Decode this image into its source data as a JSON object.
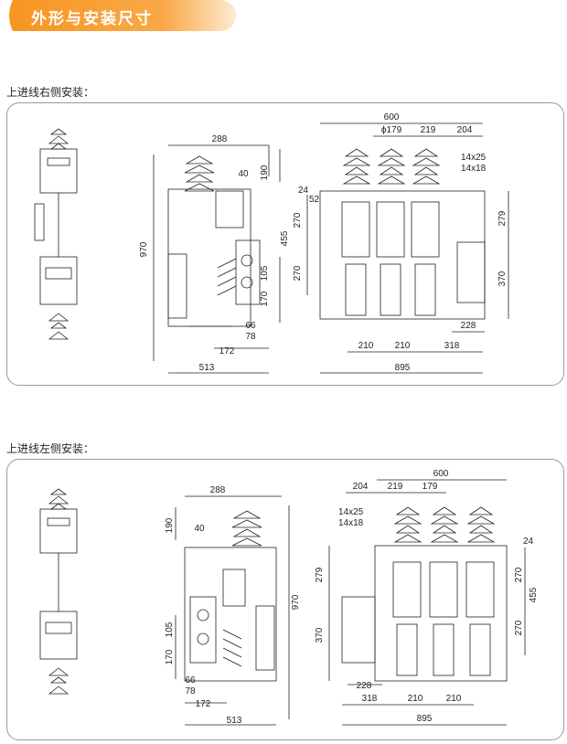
{
  "header": {
    "title": "外形与安装尺寸"
  },
  "sections": [
    {
      "label": "上进线右侧安装：",
      "dims": {
        "side_top_width": "288",
        "side_top_height": "190",
        "side_offset": "40",
        "side_total_height": "970",
        "side_mid": "105",
        "side_low": "170",
        "side_small1": "66",
        "side_small2": "78",
        "side_base": "172",
        "side_bottom": "513",
        "front_width": "600",
        "front_phi": "ϕ179",
        "front_pitch": "219",
        "front_right": "204",
        "front_slot1": "14x25",
        "front_slot2": "14x18",
        "front_24": "24",
        "front_52": "52",
        "front_270a": "270",
        "front_455": "455",
        "front_270b": "270",
        "front_279": "279",
        "front_370": "370",
        "front_228": "228",
        "front_210a": "210",
        "front_210b": "210",
        "front_318": "318",
        "front_895": "895"
      }
    },
    {
      "label": "上进线左侧安装：",
      "dims": {
        "side_top_width": "288",
        "side_top_height": "190",
        "side_offset": "40",
        "side_total_height": "970",
        "side_mid": "105",
        "side_low": "170",
        "side_small1": "66",
        "side_small2": "78",
        "side_base": "172",
        "side_bottom": "513",
        "front_width": "600",
        "front_phi": "179",
        "front_pitch": "219",
        "front_left": "204",
        "front_slot1": "14x25",
        "front_slot2": "14x18",
        "front_24": "24",
        "front_270a": "270",
        "front_455": "455",
        "front_270b": "270",
        "front_279": "279",
        "front_370": "370",
        "front_228": "228",
        "front_318": "318",
        "front_210a": "210",
        "front_210b": "210",
        "front_895": "895"
      }
    }
  ]
}
